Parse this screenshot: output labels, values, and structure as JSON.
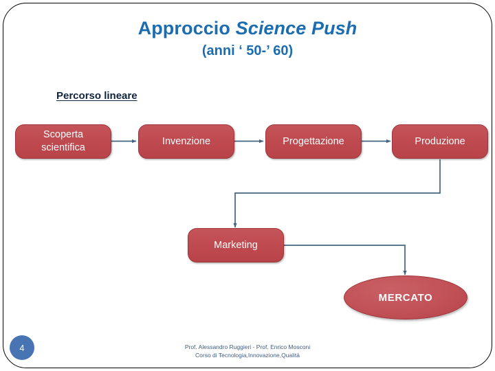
{
  "slide": {
    "title_prefix": "Approccio ",
    "title_italic": "Science Push",
    "subtitle": "(anni ‘ 50-’ 60)",
    "section_label": "Percorso lineare",
    "page_number": "4",
    "footer_line1": "Prof. Alessandro Ruggieri - Prof. Enrico Mosconi",
    "footer_line2": "Corso di Tecnologia,Innovazione,Qualità"
  },
  "colors": {
    "title_blue": "#1C6DB0",
    "node_red": "#bf4b50",
    "node_border": "#9e3438",
    "connector": "#436481",
    "page_badge": "#4874B4",
    "footer_text": "#3F5C80",
    "frame": "#000000"
  },
  "diagram": {
    "type": "flow",
    "nodes": [
      {
        "id": "scoperta",
        "label": "Scoperta\nscientifica",
        "shape": "rounded-rect"
      },
      {
        "id": "invenzione",
        "label": "Invenzione",
        "shape": "rounded-rect"
      },
      {
        "id": "progettazione",
        "label": "Progettazione",
        "shape": "rounded-rect"
      },
      {
        "id": "produzione",
        "label": "Produzione",
        "shape": "rounded-rect"
      },
      {
        "id": "marketing",
        "label": "Marketing",
        "shape": "rounded-rect"
      },
      {
        "id": "mercato",
        "label": "MERCATO",
        "shape": "ellipse"
      }
    ],
    "edges": [
      {
        "from": "scoperta",
        "to": "invenzione",
        "style": "straight-arrow"
      },
      {
        "from": "invenzione",
        "to": "progettazione",
        "style": "straight-arrow"
      },
      {
        "from": "progettazione",
        "to": "produzione",
        "style": "straight-arrow"
      },
      {
        "from": "produzione",
        "to": "marketing",
        "style": "elbow-arrow"
      },
      {
        "from": "marketing",
        "to": "mercato",
        "style": "elbow-arrow"
      }
    ]
  }
}
